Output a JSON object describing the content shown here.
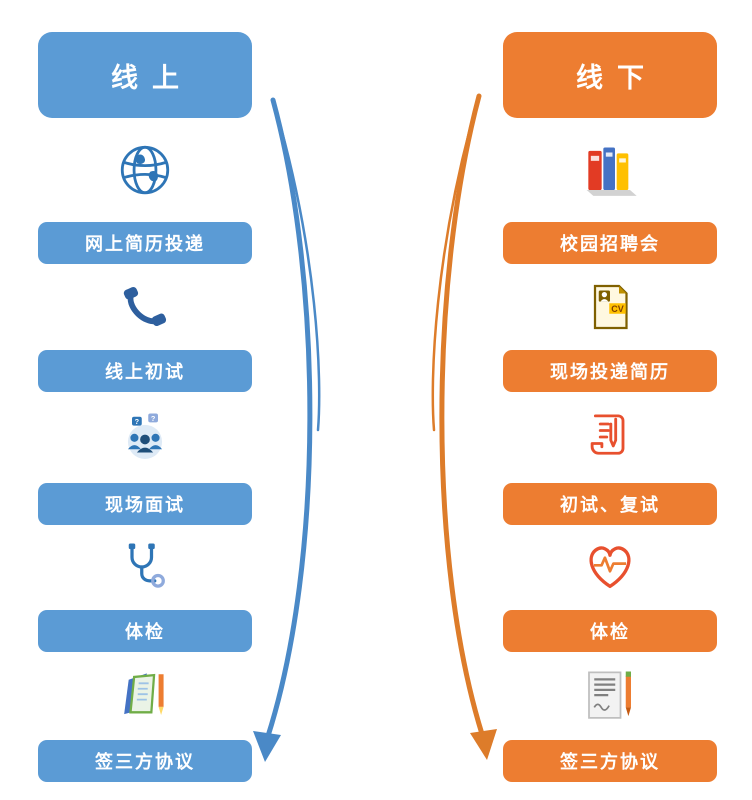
{
  "diagram_title": "recruitment-process-flow",
  "colors": {
    "blue": "#5B9BD5",
    "blue_dark": "#2E75B6",
    "blue_arrow": "#4A89C7",
    "orange": "#ED7D31",
    "orange_dark": "#C55A11",
    "orange_arrow": "#DD7C2A"
  },
  "left_column": {
    "header": "线上",
    "steps": [
      {
        "label": "网上简历投递",
        "icon": "globe-icon"
      },
      {
        "label": "线上初试",
        "icon": "phone-icon"
      },
      {
        "label": "现场面试",
        "icon": "interview-people-icon"
      },
      {
        "label": "体检",
        "icon": "stethoscope-icon"
      },
      {
        "label": "签三方协议",
        "icon": "notebook-pencil-icon"
      }
    ]
  },
  "right_column": {
    "header": "线下",
    "steps": [
      {
        "label": "校园招聘会",
        "icon": "books-stack-icon"
      },
      {
        "label": "现场投递简历",
        "icon": "cv-document-icon"
      },
      {
        "label": "初试、复试",
        "icon": "receipt-pen-icon"
      },
      {
        "label": "体检",
        "icon": "heart-pulse-icon"
      },
      {
        "label": "签三方协议",
        "icon": "contract-pen-icon"
      }
    ]
  }
}
